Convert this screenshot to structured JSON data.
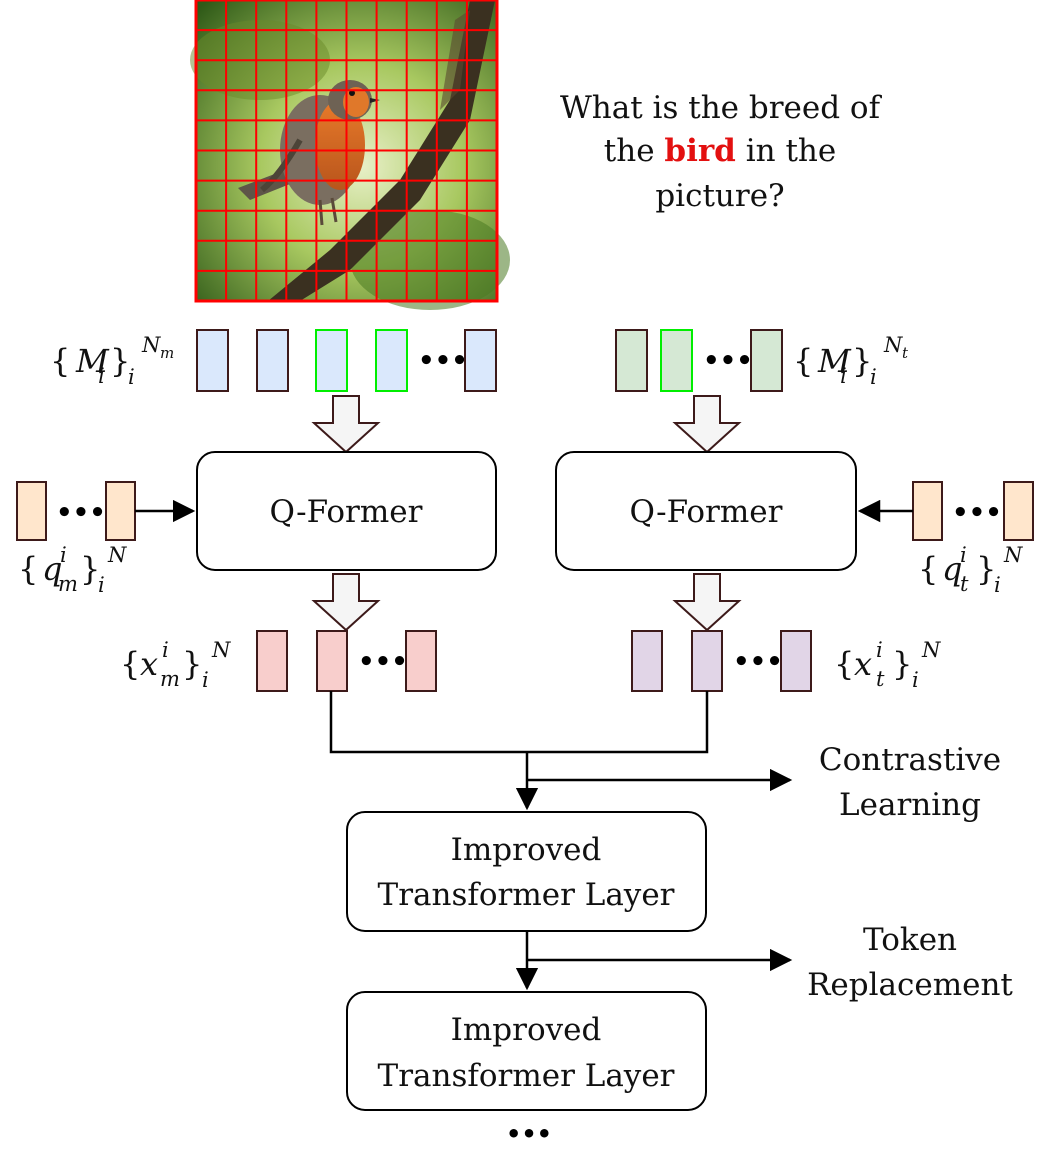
{
  "question": {
    "line1": "What is the breed of",
    "line2_pre": "the ",
    "line2_highlight": "bird",
    "line2_post": " in the",
    "line3": "picture?"
  },
  "math": {
    "M": "M",
    "m": "m",
    "t": "t",
    "i": "i",
    "N": "N",
    "q": "q",
    "x": "x",
    "lbrace": "{",
    "rbrace": "}",
    "dots": "•••"
  },
  "boxes": {
    "qformer_left": "Q-Former",
    "qformer_right": "Q-Former",
    "improved_1_line1": "Improved",
    "improved_1_line2": "Transformer Layer",
    "improved_2_line1": "Improved",
    "improved_2_line2": "Transformer Layer"
  },
  "outputs": {
    "contrastive_line1": "Contrastive",
    "contrastive_line2": "Learning",
    "token_line1": "Token",
    "token_line2": "Replacement"
  },
  "colors": {
    "grid": "#ff0000",
    "highlight": "#e31010",
    "blue_fill": "#dae8fc",
    "green_fill": "#d5e8d4",
    "green_border": "#00ee00",
    "orange_fill": "#ffe6cc",
    "red_fill": "#f8cecc",
    "purple_fill": "#e1d5e7",
    "token_border": "#3d1a1a",
    "hollow_arrow_fill": "#f5f5f5"
  },
  "image": {
    "subject": "bird-photo",
    "grid": "10x10 patch grid"
  }
}
